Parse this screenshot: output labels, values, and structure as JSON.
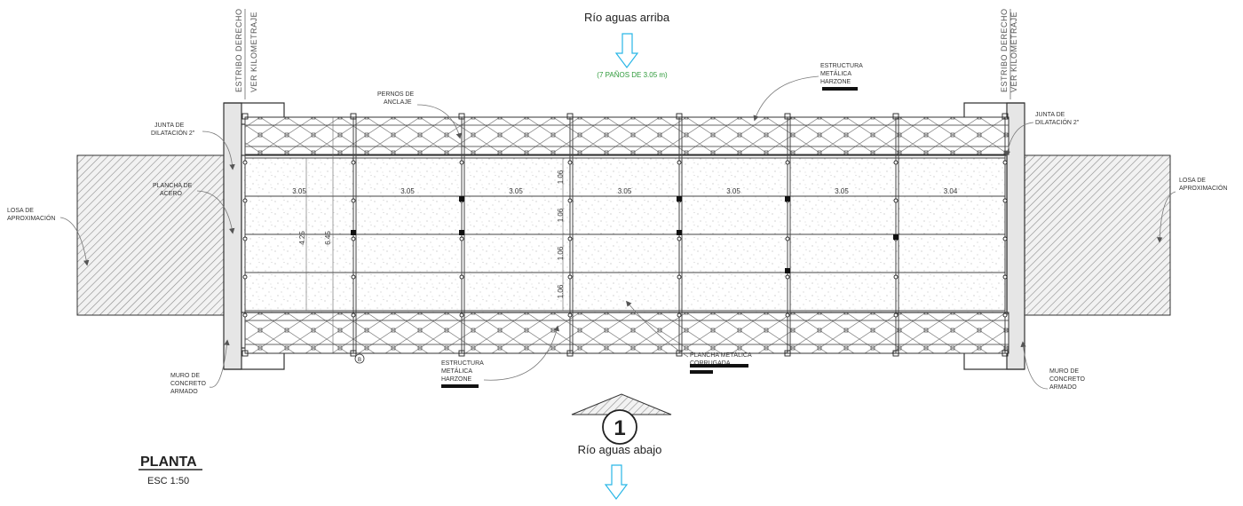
{
  "top": {
    "direction_label": "Río aguas arriba",
    "panels_note": "(7 PAÑOS DE 3.05 m)"
  },
  "bottom": {
    "direction_label": "Río aguas abajo",
    "section_number": "1"
  },
  "abutments": {
    "left_vertical": [
      "ESTRIBO DERECHO",
      "VER KILOMETRAJE"
    ],
    "right_vertical": [
      "ESTRIBO DERECHO",
      "VER KILOMETRAJE"
    ]
  },
  "labels": {
    "junta_left": [
      "JUNTA DE",
      "DILATACIÓN 2\""
    ],
    "junta_right": [
      "JUNTA DE",
      "DILATACIÓN 2\""
    ],
    "plancha_acero": [
      "PLANCHA DE",
      "ACERO"
    ],
    "losa_left": [
      "LOSA DE",
      "APROXIMACIÓN"
    ],
    "losa_right": [
      "LOSA DE",
      "APROXIMACIÓN"
    ],
    "muro_left": [
      "MURO DE",
      "CONCRETO",
      "ARMADO"
    ],
    "muro_right": [
      "MURO DE",
      "CONCRETO",
      "ARMADO"
    ],
    "pernos": [
      "PERNOS DE",
      "ANCLAJE"
    ],
    "estructura_top": [
      "ESTRUCTURA",
      "METÁLICA",
      "HARZONE"
    ],
    "estructura_bottom": [
      "ESTRUCTURA",
      "METÁLICA",
      "HARZONE"
    ],
    "plancha_corrugada": [
      "PLANCHA METÁLICA",
      "CORRUGADA"
    ]
  },
  "dimensions": {
    "spans": [
      "3.05",
      "3.05",
      "3.05",
      "3.05",
      "3.05",
      "3.05",
      "3.04"
    ],
    "rows": [
      "1.06",
      "1.06",
      "1.06",
      "1.06"
    ],
    "width_inner": "4.25",
    "width_total": "6.45"
  },
  "marker_b": "B",
  "title_block": {
    "title": "PLANTA",
    "scale": "ESC  1:50"
  },
  "colors": {
    "note_green": "#2e9a3a",
    "arrow_cyan": "#29b6e6",
    "line": "#333333",
    "hatch": "#8a8a8a"
  }
}
